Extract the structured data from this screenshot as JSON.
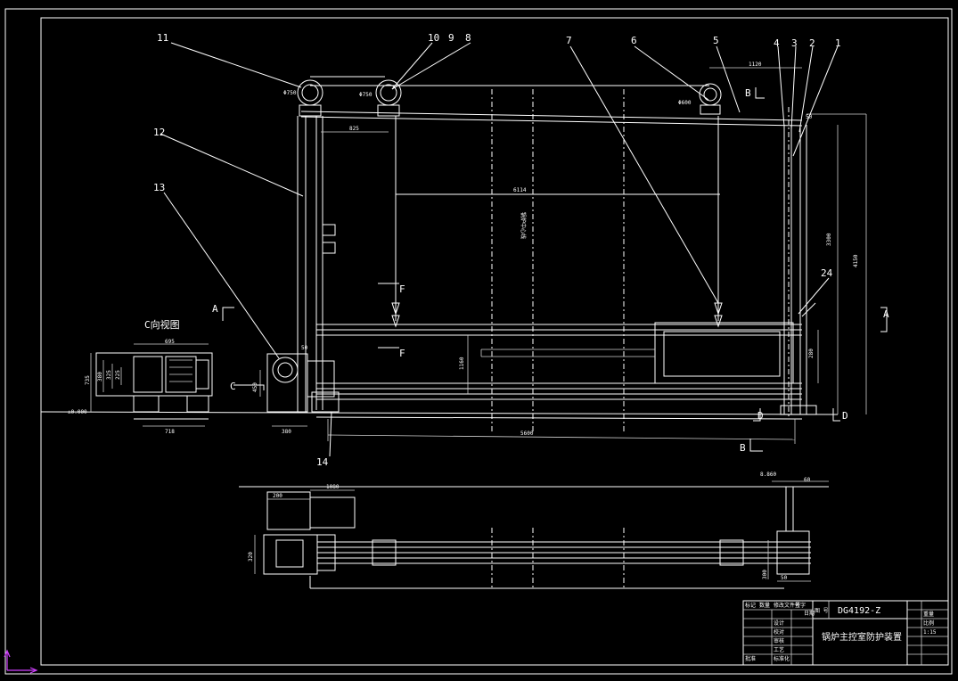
{
  "drawing": {
    "background": "#000000",
    "line_color": "#ffffff",
    "ucs_color": "#d040ff",
    "callouts": [
      "11",
      "10",
      "9",
      "8",
      "7",
      "6",
      "5",
      "4",
      "3",
      "2",
      "1",
      "12",
      "13",
      "14",
      "24"
    ],
    "section_marks": {
      "a_left": "A",
      "a_right": "A",
      "b_top": "B",
      "b_bottom": "B",
      "c": "C",
      "d_left": "D",
      "d_right": "D",
      "f_top": "F",
      "f_bottom": "F"
    },
    "view_title_c": "C向视图",
    "vertical_note": "锅炉中心线",
    "dimensions": {
      "top_span": "1120",
      "right_total": "4150",
      "right_upper": "3300",
      "right_lower": "280",
      "inner_span": "6114",
      "left_offset": "825",
      "base_length": "5600",
      "mid_height": "1160",
      "pulley_left_1": "Φ750",
      "pulley_left_2": "Φ750",
      "pulley_right": "Φ600",
      "top_small": "50",
      "drive_w": "380",
      "drive_h": "450",
      "drive_off": "50",
      "c_width": "695",
      "c_base": "718",
      "c_h1": "735",
      "c_h2": "380",
      "c_h3": "325",
      "c_h4": "225",
      "level_left": "±0.000",
      "plan_w1": "200",
      "plan_w2": "1080",
      "plan_level": "8.860",
      "plan_right_top": "60",
      "plan_right_a": "300",
      "plan_right_b": "50",
      "plan_left_h": "320"
    },
    "title_block": {
      "drawing_no": "DG4192-Z",
      "title": "锅炉主控室防护装置",
      "scale": "1:15",
      "header_cells": [
        "标记",
        "数量",
        "修改文件号",
        "签字",
        "日期"
      ],
      "row_labels": [
        "设计",
        "校对",
        "审核",
        "工艺",
        "标准化",
        "批准"
      ],
      "side_cells": [
        "图 号",
        "重量",
        "比例"
      ]
    }
  }
}
